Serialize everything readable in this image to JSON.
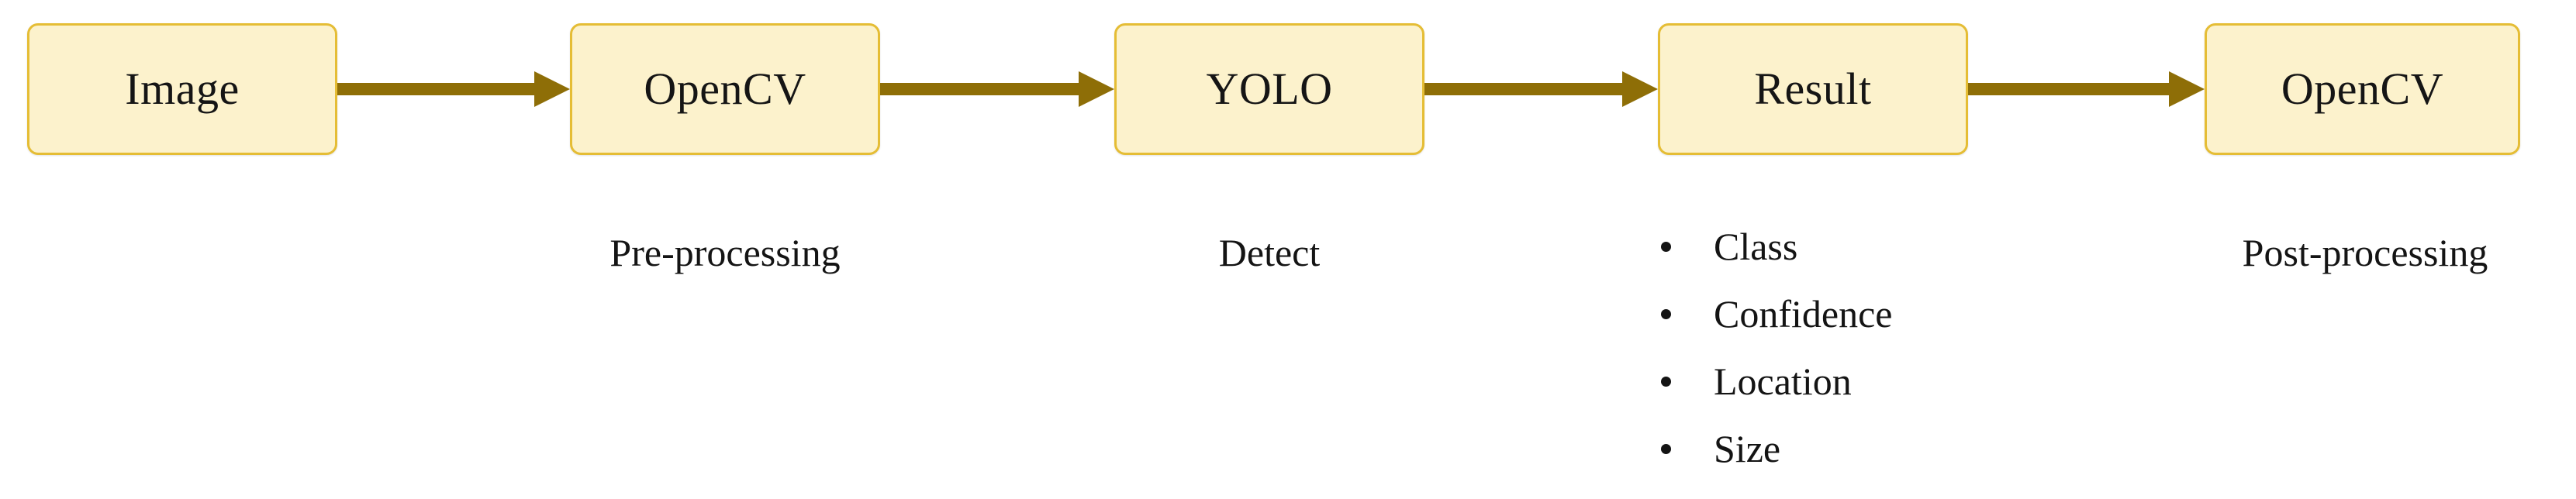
{
  "diagram": {
    "title": "Object detection pipeline flowchart",
    "colors": {
      "node_fill": "#fcf2cc",
      "node_border": "#e5bd35",
      "arrow": "#8e6e07",
      "text": "#141414",
      "background": "#ffffff"
    },
    "nodes": [
      {
        "id": "image",
        "label": "Image"
      },
      {
        "id": "opencv-1",
        "label": "OpenCV"
      },
      {
        "id": "yolo",
        "label": "YOLO"
      },
      {
        "id": "result",
        "label": "Result"
      },
      {
        "id": "opencv-2",
        "label": "OpenCV"
      }
    ],
    "arrows": [
      {
        "from": "image",
        "to": "opencv-1",
        "label": ""
      },
      {
        "from": "opencv-1",
        "to": "yolo",
        "label": ""
      },
      {
        "from": "yolo",
        "to": "result",
        "label": ""
      },
      {
        "from": "result",
        "to": "opencv-2",
        "label": ""
      }
    ],
    "captions": {
      "opencv_1": "Pre-processing",
      "yolo": "Detect",
      "opencv_2": "Post-processing"
    },
    "result_details": [
      "Class",
      "Confidence",
      "Location",
      "Size"
    ]
  }
}
